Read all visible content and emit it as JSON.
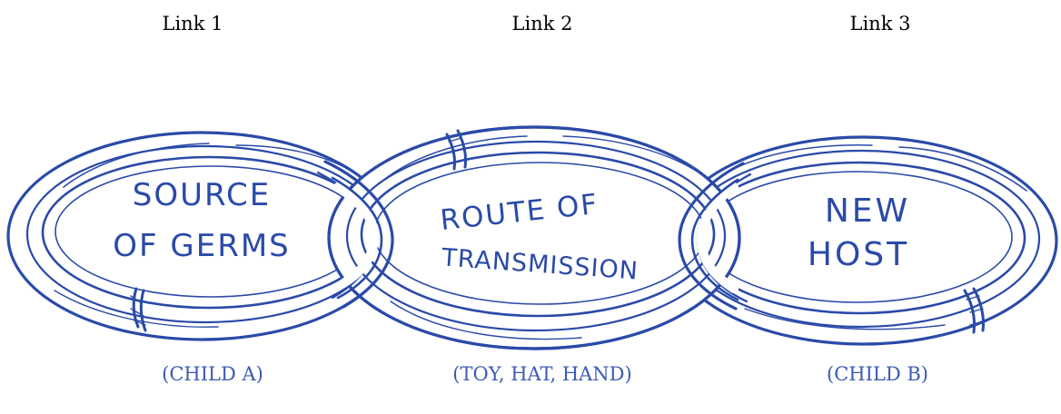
{
  "colors": {
    "ink": "#2a4aa8",
    "caption": "#3b5bb3",
    "text": "#000000"
  },
  "links": [
    {
      "header": "Link 1",
      "text_line1": "SOURCE",
      "text_line2": "OF GERMS",
      "caption": "(CHILD A)"
    },
    {
      "header": "Link 2",
      "text_line1": "ROUTE OF",
      "text_line2": "TRANSMISSION",
      "caption": "(TOY, HAT, HAND)"
    },
    {
      "header": "Link 3",
      "text_line1": "NEW",
      "text_line2": "HOST",
      "caption": "(CHILD B)"
    }
  ]
}
